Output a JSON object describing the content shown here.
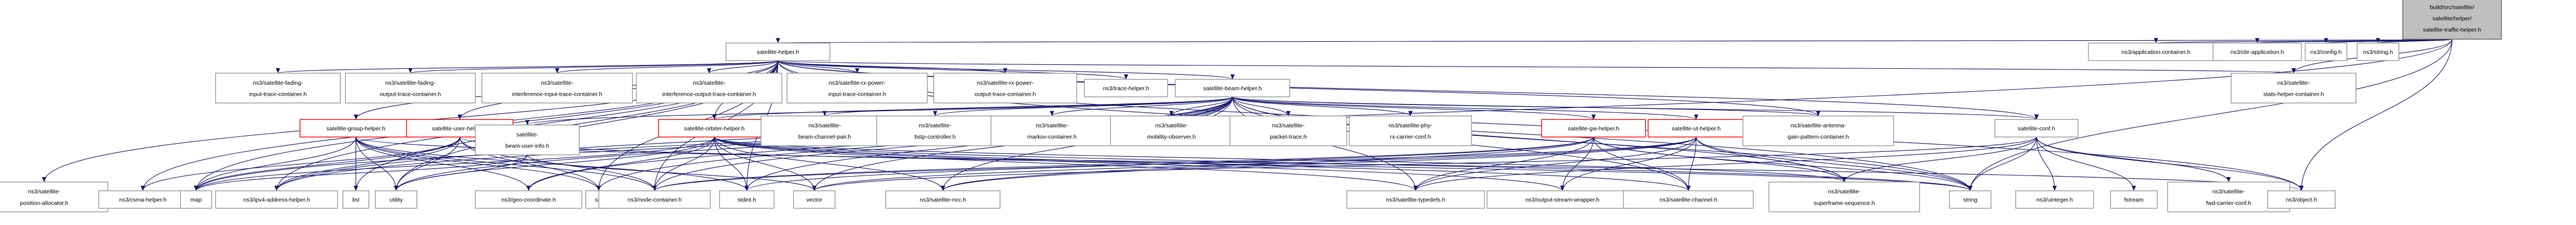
{
  "diagram": {
    "colors": {
      "edge": "#191970",
      "node_border": "#999999",
      "highlighted_node_border": "#ff0000",
      "root_fill": "#bfbfbf",
      "background": "#ffffff"
    },
    "nodes": {
      "root": "/build/src/satellite/satellite/helper/satellite-traffic-helper.h",
      "satellite_helper": "satellite-helper.h",
      "application_container": "ns3/application-container.h",
      "lorawan_application": "ns3/cbr-application.h",
      "config": "ns3/config.h",
      "ns3_string": "ns3/string.h",
      "fading_input": "ns3/satellite-fading-input-trace-container.h",
      "fading_output": "ns3/satellite-fading-output-trace-container.h",
      "interference_input": "ns3/satellite-interference-input-trace-container.h",
      "interference_output": "ns3/satellite-interference-output-trace-container.h",
      "rx_power_input": "ns3/satellite-rx-power-input-trace-container.h",
      "rx_power_output": "ns3/satellite-rx-power-output-trace-container.h",
      "trace_helper": "ns3/trace-helper.h",
      "beam_helper": "satellite-beam-helper.h",
      "stats_helper_container": "ns3/satellite-stats-helper-container.h",
      "group_helper": "satellite-group-helper.h",
      "user_helper": "satellite-user-helper.h",
      "beam_user_info": "satellite-beam-user-info.h",
      "orbiter_helper": "satellite-orbiter-helper.h",
      "beam_channel_pair": "ns3/satellite-beam-channel-pair.h",
      "bstp_controller": "ns3/satellite-bstp-controller.h",
      "markov_container": "ns3/satellite-markov-container.h",
      "mobility_observer": "ns3/satellite-mobility-observer.h",
      "packet_trace": "ns3/satellite-packet-trace.h",
      "phy_rx_carrier_conf": "ns3/satellite-phy-rx-carrier-conf.h",
      "gw_helper": "satellite-gw-helper.h",
      "ut_helper": "satellite-ut-helper.h",
      "antenna_gain": "ns3/satellite-antenna-gain-pattern-container.h",
      "satellite_conf": "satellite-conf.h",
      "position_allocator": "ns3/satellite-position-allocator.h",
      "csma_helper": "ns3/csma-helper.h",
      "map": "map",
      "ipv4_address_helper": "ns3/ipv4-address-helper.h",
      "list": "list",
      "utility": "utility",
      "geo_coordinate": "ns3/geo-coordinate.h",
      "set": "set",
      "node_container": "ns3/node-container.h",
      "stdint": "stdint.h",
      "vector": "vector",
      "satellite_ncc": "ns3/satellite-ncc.h",
      "satellite_typedefs": "ns3/satellite-typedefs.h",
      "output_stream_wrapper": "ns3/output-stream-wrapper.h",
      "satellite_channel": "ns3/satellite-channel.h",
      "superframe_sequence": "ns3/satellite-superframe-sequence.h",
      "std_string": "string",
      "uinteger": "ns3/uinteger.h",
      "fstream": "fstream",
      "fwd_carrier_conf": "ns3/satellite-fwd-carrier-conf.h",
      "object": "ns3/object.h"
    }
  }
}
